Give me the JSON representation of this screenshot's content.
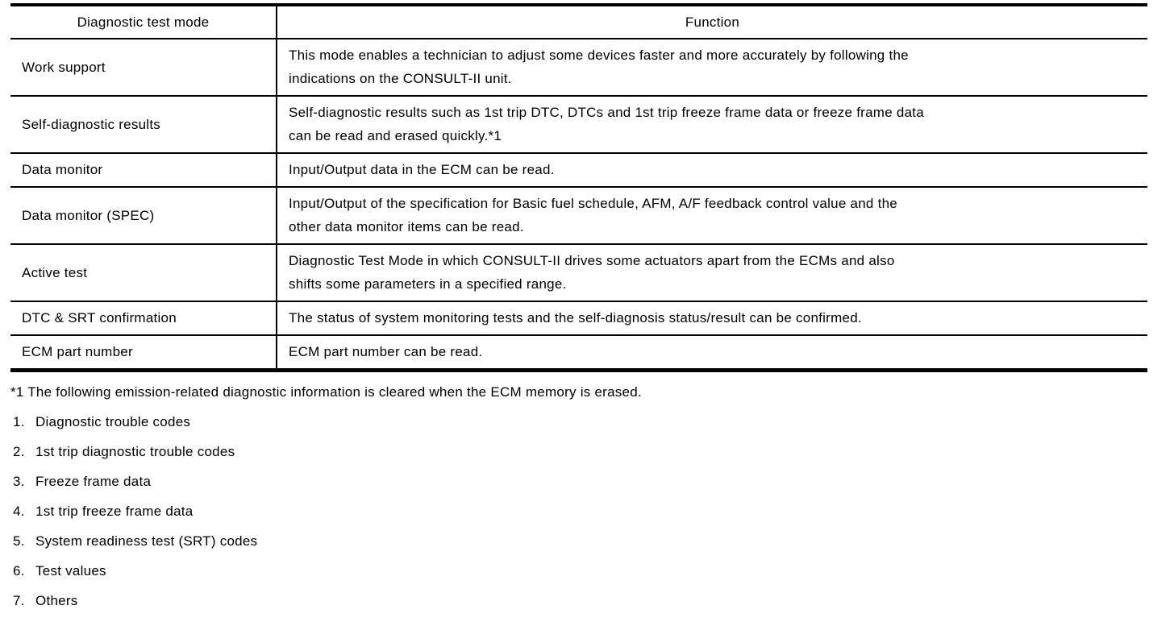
{
  "table": {
    "headers": {
      "mode": "Diagnostic test mode",
      "function": "Function"
    },
    "rows": [
      {
        "mode": "Work support",
        "function": "This mode enables a technician to adjust some devices faster and more accurately by following the\nindications on the CONSULT-II unit."
      },
      {
        "mode": "Self-diagnostic results",
        "function": "Self-diagnostic results such as 1st trip DTC, DTCs and 1st trip freeze frame data or freeze frame data\ncan be read and erased quickly.*1"
      },
      {
        "mode": "Data monitor",
        "function": "Input/Output data in the ECM can be read."
      },
      {
        "mode": "Data monitor (SPEC)",
        "function": "Input/Output of the specification for Basic fuel schedule, AFM, A/F feedback control value and the\nother data monitor items can be read."
      },
      {
        "mode": "Active test",
        "function": "Diagnostic Test Mode in which CONSULT-II drives some actuators apart from the ECMs and also\nshifts some parameters in a specified range."
      },
      {
        "mode": "DTC & SRT confirmation",
        "function": "The status of system monitoring tests and the self-diagnosis status/result can be confirmed."
      },
      {
        "mode": "ECM part number",
        "function": "ECM part number can be read."
      }
    ]
  },
  "footnote": {
    "note": "*1 The following emission-related diagnostic information is cleared when the ECM memory is erased.",
    "items": [
      {
        "num": "1.",
        "text": "Diagnostic trouble codes"
      },
      {
        "num": "2.",
        "text": "1st trip diagnostic trouble codes"
      },
      {
        "num": "3.",
        "text": "Freeze frame data"
      },
      {
        "num": "4.",
        "text": "1st trip freeze frame data"
      },
      {
        "num": "5.",
        "text": "System readiness test (SRT) codes"
      },
      {
        "num": "6.",
        "text": "Test values"
      },
      {
        "num": "7.",
        "text": "Others"
      }
    ]
  },
  "colors": {
    "text": "#000000",
    "background": "#ffffff",
    "border": "#000000"
  }
}
